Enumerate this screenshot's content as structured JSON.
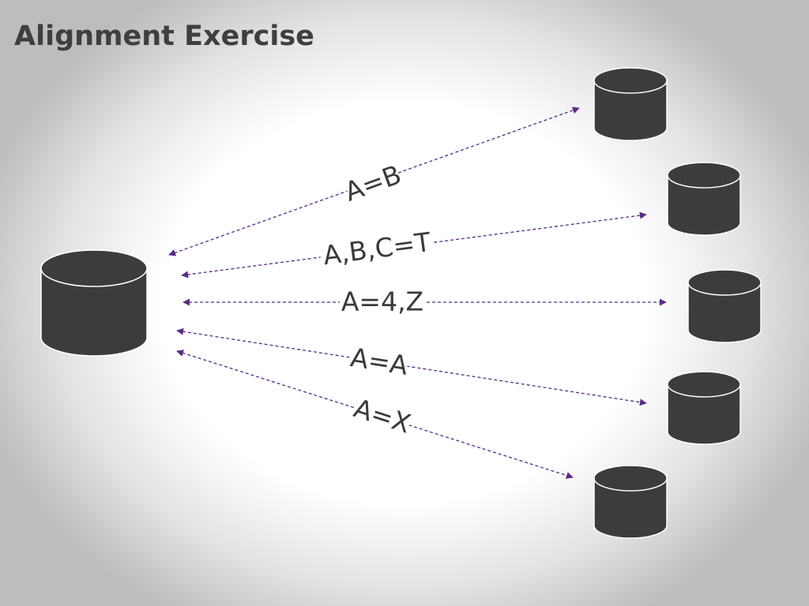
{
  "title": "Alignment Exercise",
  "colors": {
    "cylinder": "#3c3c3c",
    "arrow": "#5b2a86",
    "text": "#3a3a3a"
  },
  "links": [
    {
      "label": "A=B"
    },
    {
      "label": "A,B,C=T"
    },
    {
      "label": "A=4,Z"
    },
    {
      "label": "A=A"
    },
    {
      "label": "A=X"
    }
  ]
}
